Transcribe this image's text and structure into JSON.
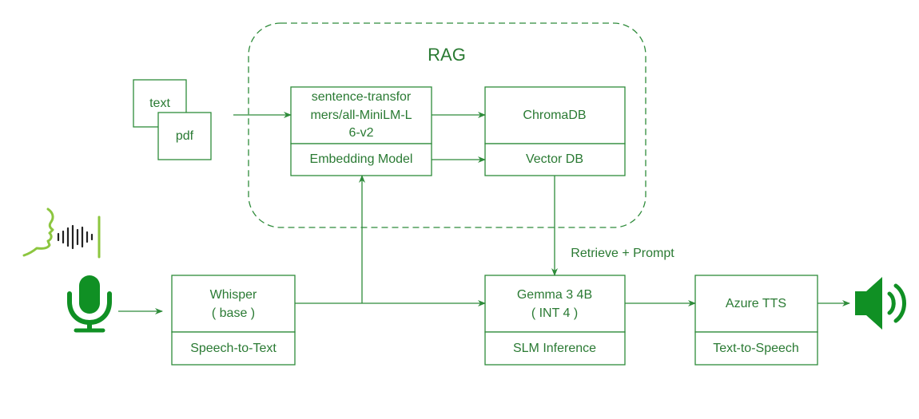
{
  "rag": {
    "label": "RAG"
  },
  "docs": {
    "text": "text",
    "pdf": "pdf"
  },
  "embedding": {
    "name_lines": [
      "sentence-transfor",
      "mers/all-MiniLM-L",
      "6-v2"
    ],
    "role": "Embedding Model"
  },
  "vectordb": {
    "name": "ChromaDB",
    "role": "Vector DB"
  },
  "whisper": {
    "name_lines": [
      "Whisper",
      "( base )"
    ],
    "role": "Speech-to-Text"
  },
  "gemma": {
    "name_lines": [
      "Gemma 3 4B",
      "( INT 4 )"
    ],
    "role": "SLM Inference"
  },
  "tts": {
    "name": "Azure TTS",
    "role": "Text-to-Speech"
  },
  "edge_labels": {
    "retrieve": "Retrieve + Prompt"
  },
  "icons": {
    "voice": "speaking-voice-icon",
    "mic": "microphone-icon",
    "speaker": "speaker-icon"
  },
  "colors": {
    "line": "#2e8b3a",
    "text": "#2a7a33",
    "icon": "#109024",
    "voice": "#8cc63f"
  }
}
